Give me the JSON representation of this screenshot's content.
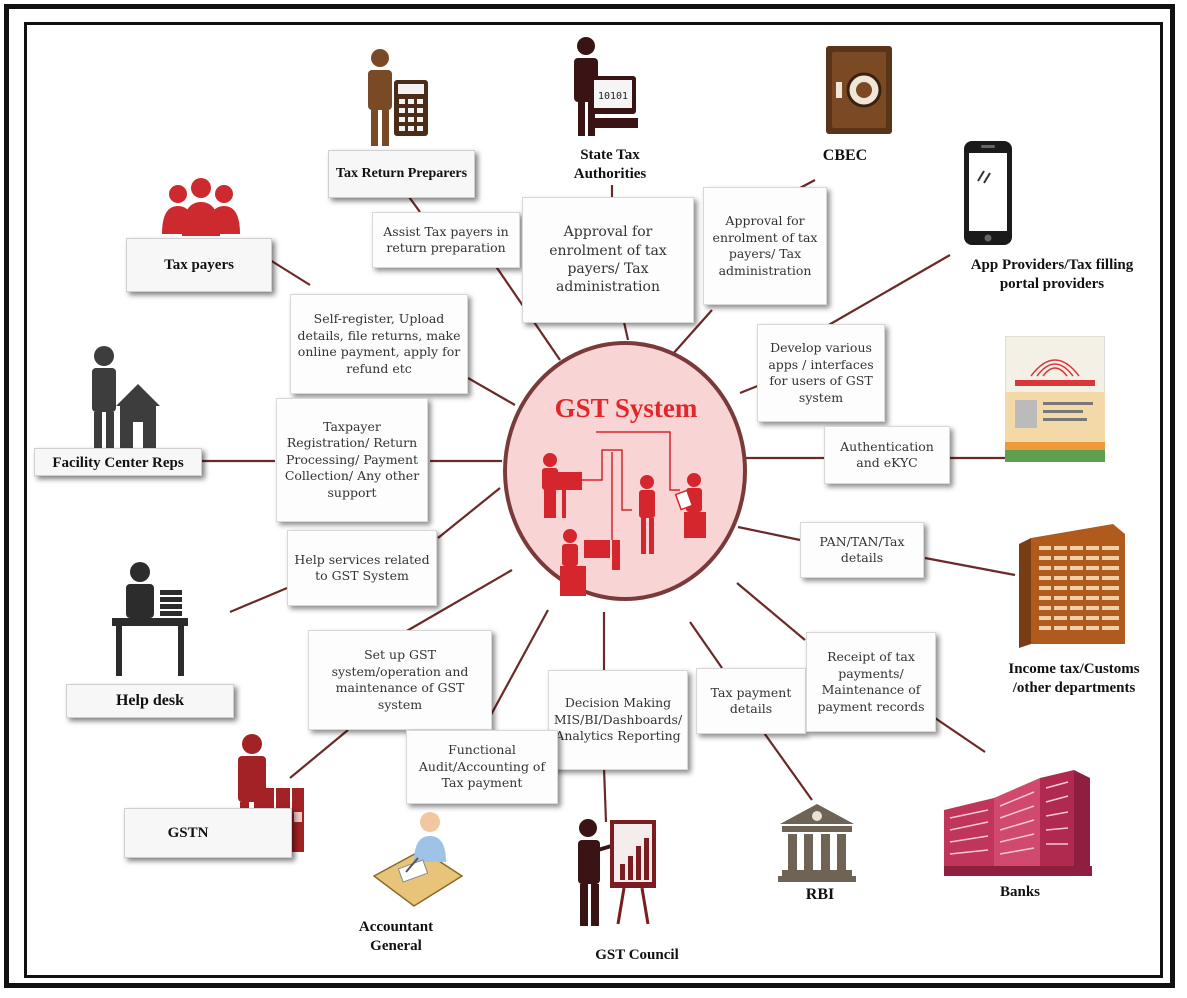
{
  "center": {
    "title": "GST System"
  },
  "stakeholders": {
    "tax_return_preparers": "Tax Return Preparers",
    "state_tax_authorities": "State Tax Authorities",
    "cbec": "CBEC",
    "tax_payers": "Tax payers",
    "app_providers": "App Providers/Tax filling portal providers",
    "facility_center_reps": "Facility Center Reps",
    "help_desk": "Help desk",
    "income_tax": "Income tax/Customs /other departments",
    "gstn": "GSTN",
    "accountant_general": "Accountant General",
    "gst_council": "GST Council",
    "rbi": "RBI",
    "banks": "Banks"
  },
  "flows": {
    "assist_tax_payers": "Assist Tax payers in return preparation",
    "approval_state": "Approval for enrolment of tax payers/ Tax administration",
    "approval_cbec": "Approval for enrolment of tax payers/ Tax administration",
    "self_register": "Self-register, Upload details, file returns, make online payment, apply for refund etc",
    "develop_apps": "Develop various apps / interfaces for users of GST system",
    "taxpayer_registration": "Taxpayer Registration/ Return Processing/ Payment Collection/ Any other support",
    "authentication": "Authentication and eKYC",
    "pan_tan": "PAN/TAN/Tax details",
    "help_services": "Help services related to GST System",
    "setup_gst": "Set up GST system/operation and maintenance of GST system",
    "decision_making": "Decision Making MIS/BI/Dashboards/ Analytics Reporting",
    "tax_payment_details": "Tax payment details",
    "receipt_of_tax": "Receipt of tax payments/ Maintenance of payment records",
    "functional_audit": "Functional Audit/Accounting of Tax payment"
  },
  "colors": {
    "accent_red": "#e1262c",
    "dark_red": "#8b1a1f",
    "connector": "#6b2a2a",
    "brown": "#7a4a26",
    "center_fill": "#f8d4d4"
  },
  "icons": [
    "calculator-person-icon",
    "computer-person-icon",
    "safe-icon",
    "smartphone-icon",
    "group-icon",
    "person-house-icon",
    "aadhaar-card-icon",
    "help-desk-person-icon",
    "office-building-icon",
    "person-files-icon",
    "accountant-icon",
    "presenter-chart-icon",
    "bank-pillars-icon",
    "bank-building-icon"
  ]
}
